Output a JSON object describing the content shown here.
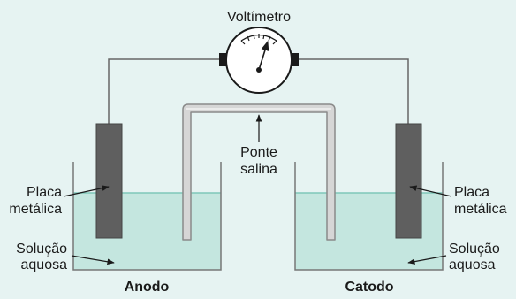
{
  "labels": {
    "voltmeter": "Voltímetro",
    "salt_bridge_line1": "Ponte",
    "salt_bridge_line2": "salina",
    "left_plate_line1": "Placa",
    "left_plate_line2": "metálica",
    "right_plate_line1": "Placa",
    "right_plate_line2": "metálica",
    "left_solution_line1": "Solução",
    "left_solution_line2": "aquosa",
    "right_solution_line1": "Solução",
    "right_solution_line2": "aquosa",
    "anode": "Anodo",
    "cathode": "Catodo"
  },
  "colors": {
    "background": "#e6f3f2",
    "solution": "#c4e6df",
    "solution_surface": "#7fc7b9",
    "beaker_outline": "#777777",
    "electrode": "#5f5f5f",
    "wire": "#666666",
    "bridge_fill": "#d6d6d6",
    "bridge_outline": "#8a8a8a"
  }
}
